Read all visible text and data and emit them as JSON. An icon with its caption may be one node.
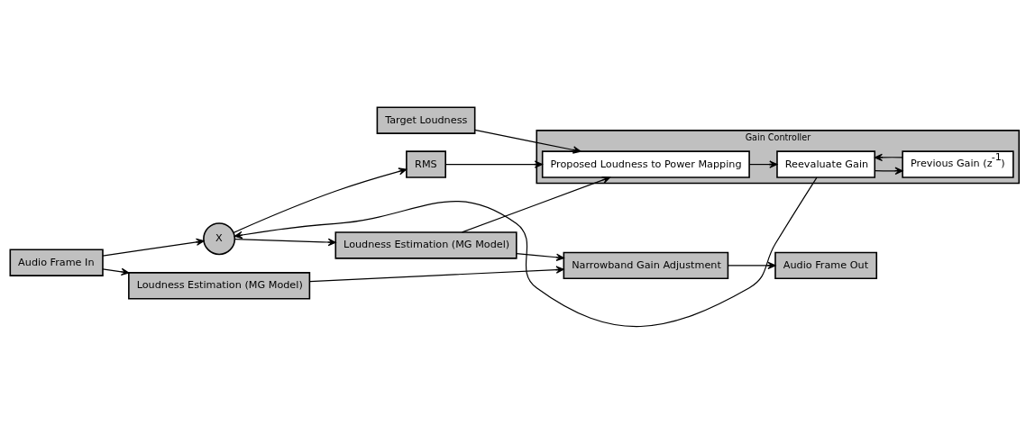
{
  "diagram": {
    "nodes": [
      {
        "text": [
          "Audio Frame In"
        ]
      },
      {
        "text": [
          "X"
        ]
      },
      {
        "text": [
          "Loudness Estimation (MG Model)"
        ]
      },
      {
        "text": [
          "Loudness Estimation (MG Model)"
        ]
      },
      {
        "text": [
          "Narrowband Gain Adjustment"
        ]
      },
      {
        "text": [
          "Audio Frame Out"
        ]
      },
      {
        "text": [
          "RMS"
        ]
      },
      {
        "text": [
          "Gain Controller"
        ]
      },
      {
        "text": [
          "Reevaluate Gain"
        ],
        "in": 7
      },
      {
        "text": [
          "Proposed Loudness to Power Mapping"
        ],
        "in": 7
      },
      {
        "text": [
          "Previous Gain (z$^{-1}$)"
        ],
        "in": 7
      },
      {
        "text": [
          "Target Loudness"
        ]
      }
    ],
    "edges": [
      {
        "from": 0,
        "to": 1,
        "arrow": "to"
      },
      {
        "from": 0,
        "to": 2,
        "arrow": "to"
      },
      {
        "from": 1,
        "to": 3,
        "arrow": "to"
      },
      {
        "from": 1,
        "to": 6,
        "arrow": "to"
      },
      {
        "from": 2,
        "to": 4,
        "arrow": "to"
      },
      {
        "from": 3,
        "to": 4,
        "arrow": "to"
      },
      {
        "from": 4,
        "to": 5,
        "arrow": "to"
      },
      {
        "from": 3,
        "to": 9,
        "arrow": "to"
      },
      {
        "from": 6,
        "to": 9,
        "arrow": "to"
      },
      {
        "from": 11,
        "to": 9,
        "arrow": "to"
      },
      {
        "from": 9,
        "to": 8,
        "arrow": "to"
      },
      {
        "from": 10,
        "to": 8,
        "arrow": "to"
      },
      {
        "from": 8,
        "to": 1,
        "arrow": "to"
      },
      {
        "from": 8,
        "to": 10,
        "arrow": "to"
      }
    ]
  }
}
